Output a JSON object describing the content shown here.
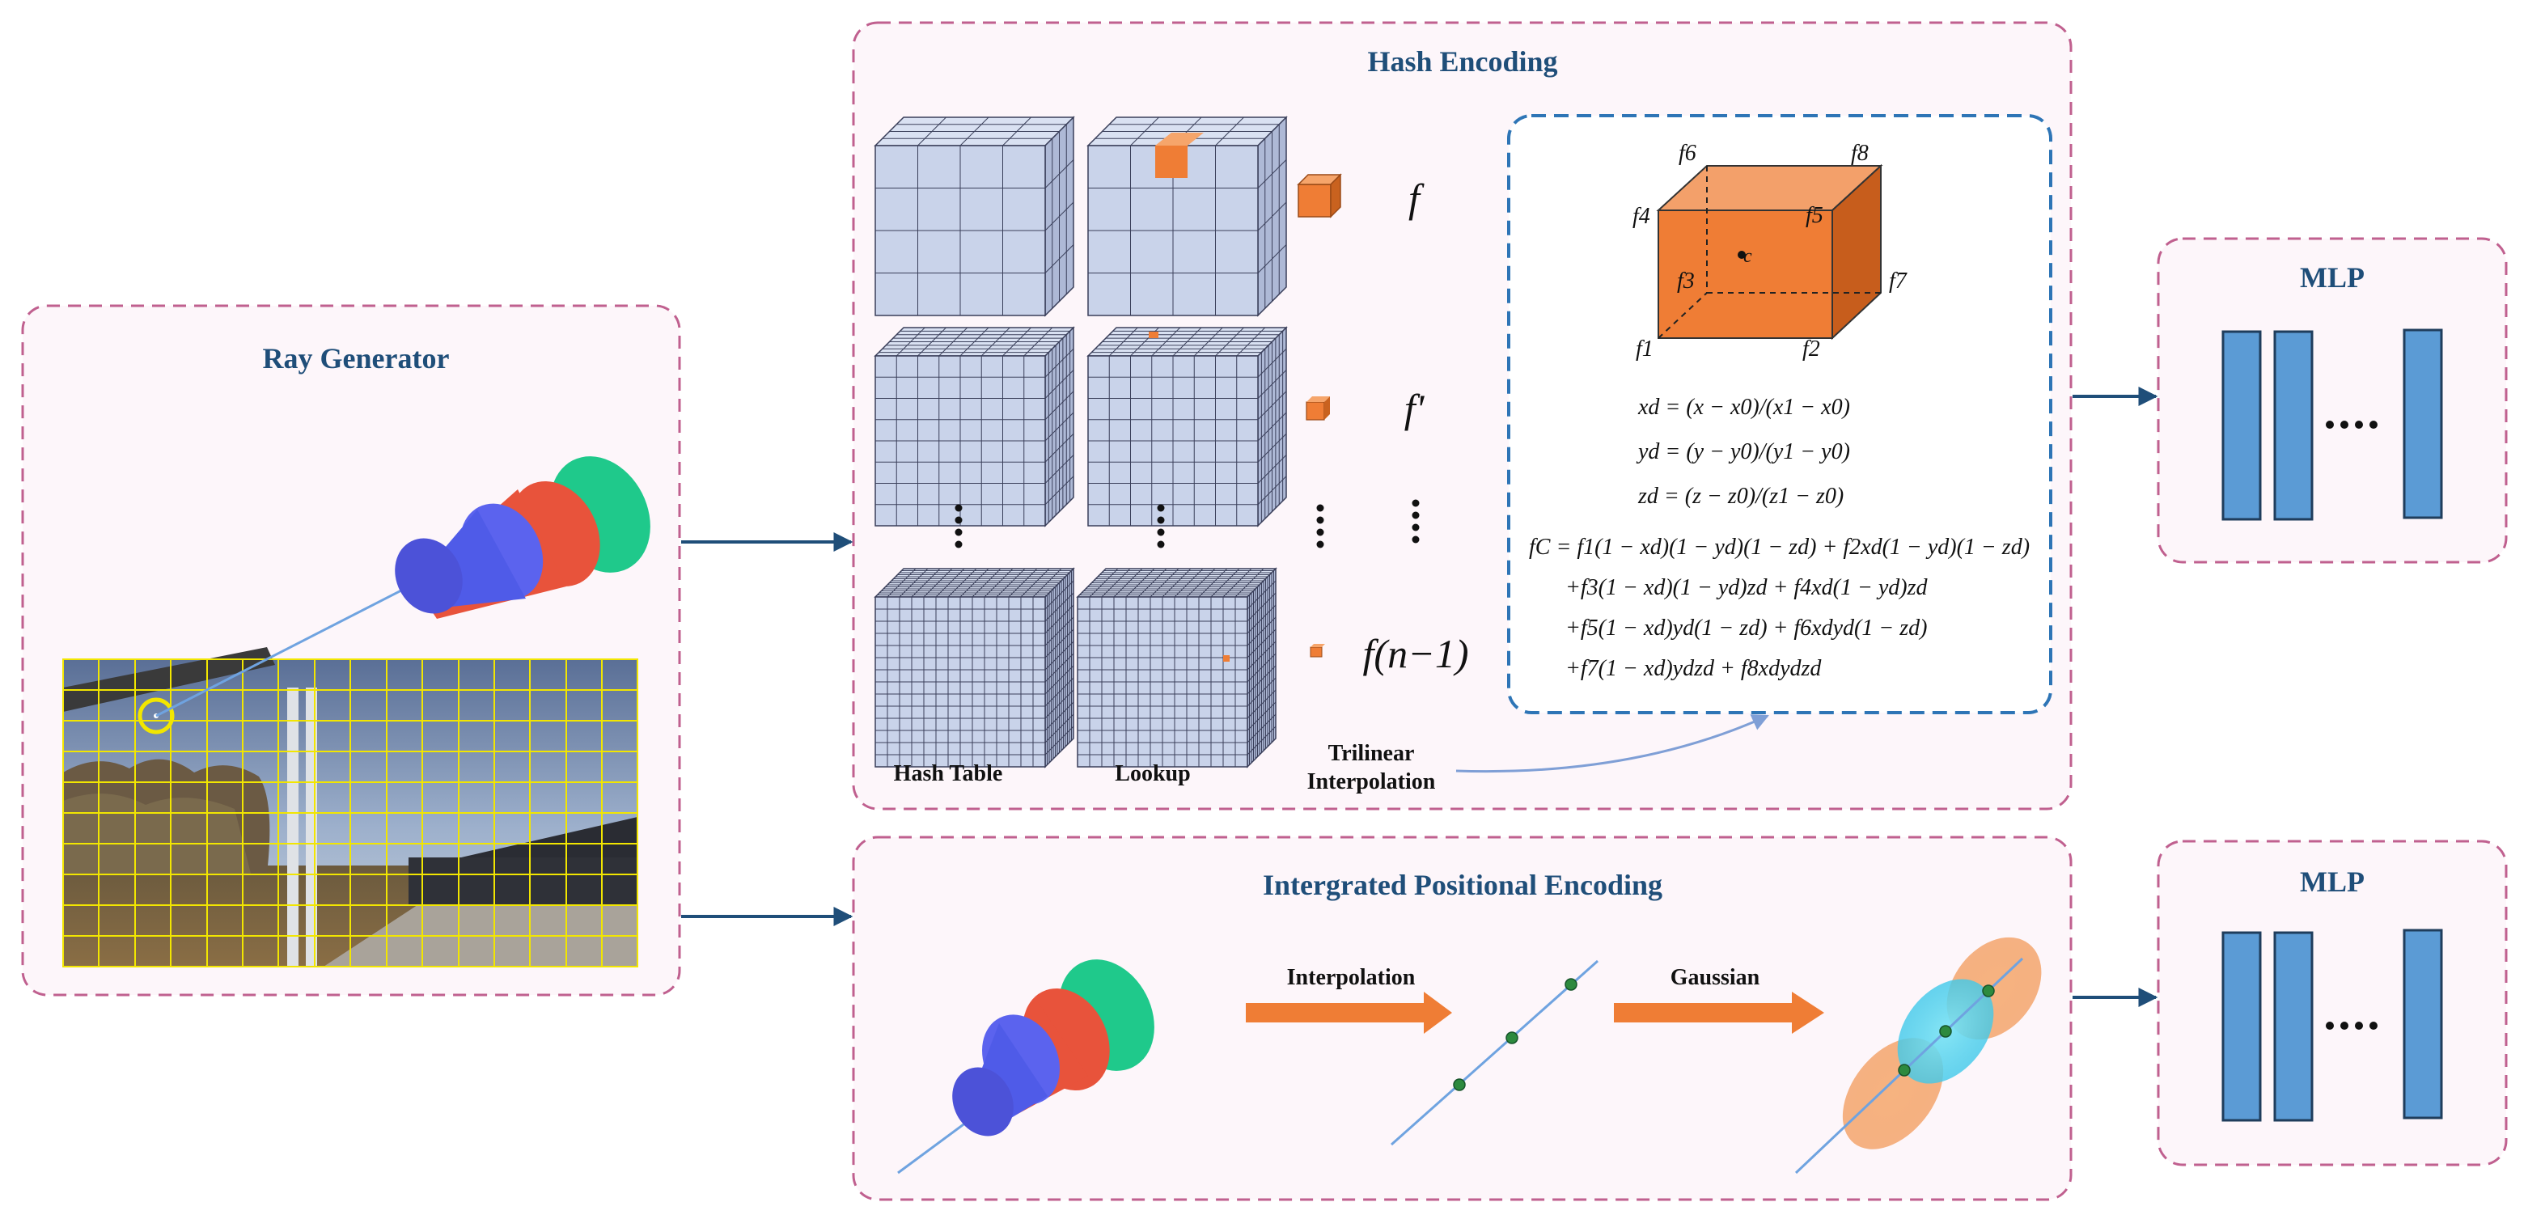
{
  "ray_generator": {
    "title": "Ray Generator"
  },
  "hash_encoding": {
    "title": "Hash Encoding",
    "labels": {
      "hash_table": "Hash Table",
      "lookup": "Lookup",
      "trilinear_1": "Trilinear",
      "trilinear_2": "Interpolation"
    },
    "features": [
      "f",
      "f'",
      "f(n−1)"
    ],
    "cube_corners": [
      "f1",
      "f2",
      "f3",
      "f4",
      "f5",
      "f6",
      "f7",
      "f8",
      "c"
    ],
    "equations": [
      "xd = (x − x0)/(x1 − x0)",
      "yd = (y − y0)/(y1 − y0)",
      "zd = (z − z0)/(z1 − z0)",
      "fC = f1(1 − xd)(1 − yd)(1 − zd) + f2xd(1 − yd)(1 − zd)",
      "+f3(1 − xd)(1 − yd)zd + f4xd(1 − yd)zd",
      "+f5(1 − xd)yd(1 − zd) + f6xdyd(1 − zd)",
      "+f7(1 − xd)ydzd + f8xdydzd"
    ]
  },
  "ipe": {
    "title": "Intergrated Positional Encoding",
    "interp_label": "Interpolation",
    "gauss_label": "Gaussian"
  },
  "mlp_top": {
    "title": "MLP"
  },
  "mlp_bottom": {
    "title": "MLP"
  },
  "colors": {
    "panel_border": "#c0608f",
    "panel_fill": "#fdf6fa",
    "title": "#1f4e79",
    "arrow": "#1f4e79",
    "grid_cube": "#c9d3ea",
    "orange": "#ef7d35",
    "mlp_bar": "#5b9bd5",
    "dash_blue": "#2e75b6",
    "cone_blue": "#4f5be8",
    "cone_red": "#e8533b",
    "cone_green": "#1fc98b"
  }
}
